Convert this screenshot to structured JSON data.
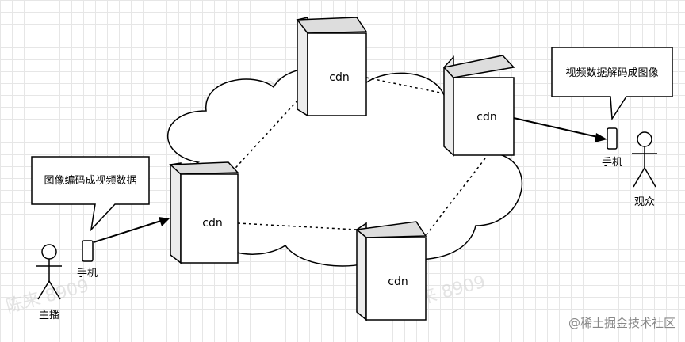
{
  "nodes": {
    "cdn_left": "cdn",
    "cdn_top": "cdn",
    "cdn_right": "cdn",
    "cdn_bottom": "cdn"
  },
  "callouts": {
    "encode": "图像编码成视频数据",
    "decode": "视频数据解码成图像"
  },
  "devices": {
    "phone_left": "手机",
    "phone_right": "手机"
  },
  "actors": {
    "streamer": "主播",
    "audience": "观众"
  },
  "watermarks": [
    "陈来 8909",
    "陈来 8909",
    "陈来 8909"
  ],
  "brand": "@稀土掘金技术社区"
}
